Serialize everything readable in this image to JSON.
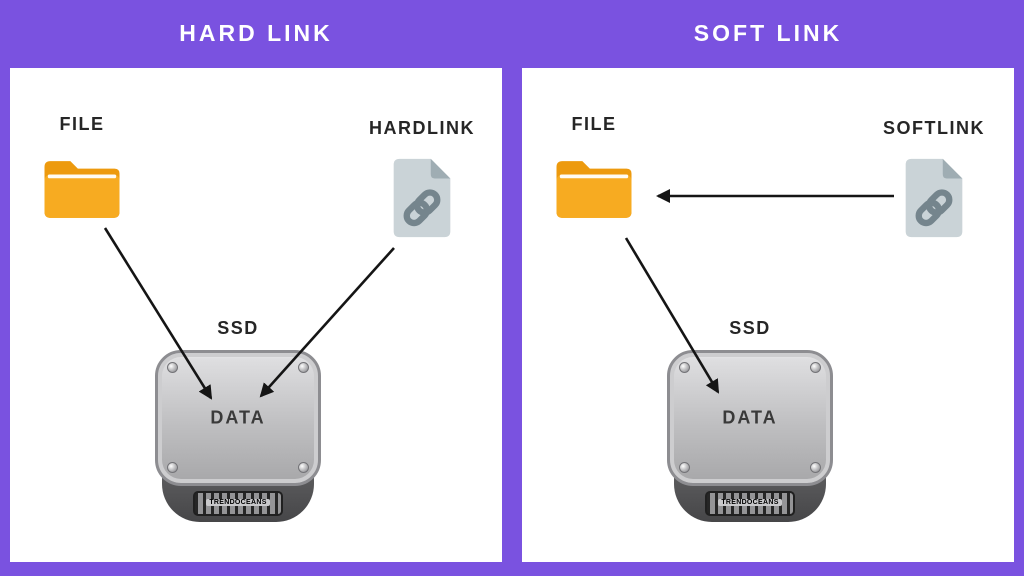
{
  "colors": {
    "background": "#7a52e0",
    "panel": "#ffffff",
    "folder": "#f7ab21",
    "file_icon": "#cad3d7",
    "chain": "#75858d",
    "arrow": "#151515"
  },
  "header": {
    "left_title": "HARD LINK",
    "right_title": "SOFT LINK"
  },
  "left_panel": {
    "file_label": "FILE",
    "link_label": "HARDLINK",
    "ssd_label": "SSD",
    "data_label": "DATA",
    "brand": "TRENDOCEANS"
  },
  "right_panel": {
    "file_label": "FILE",
    "link_label": "SOFTLINK",
    "ssd_label": "SSD",
    "data_label": "DATA",
    "brand": "TRENDOCEANS"
  },
  "icons": {
    "file": "folder-icon",
    "hardlink": "chain-link-file-icon",
    "softlink": "chain-link-file-icon",
    "storage": "ssd-drive-icon"
  }
}
